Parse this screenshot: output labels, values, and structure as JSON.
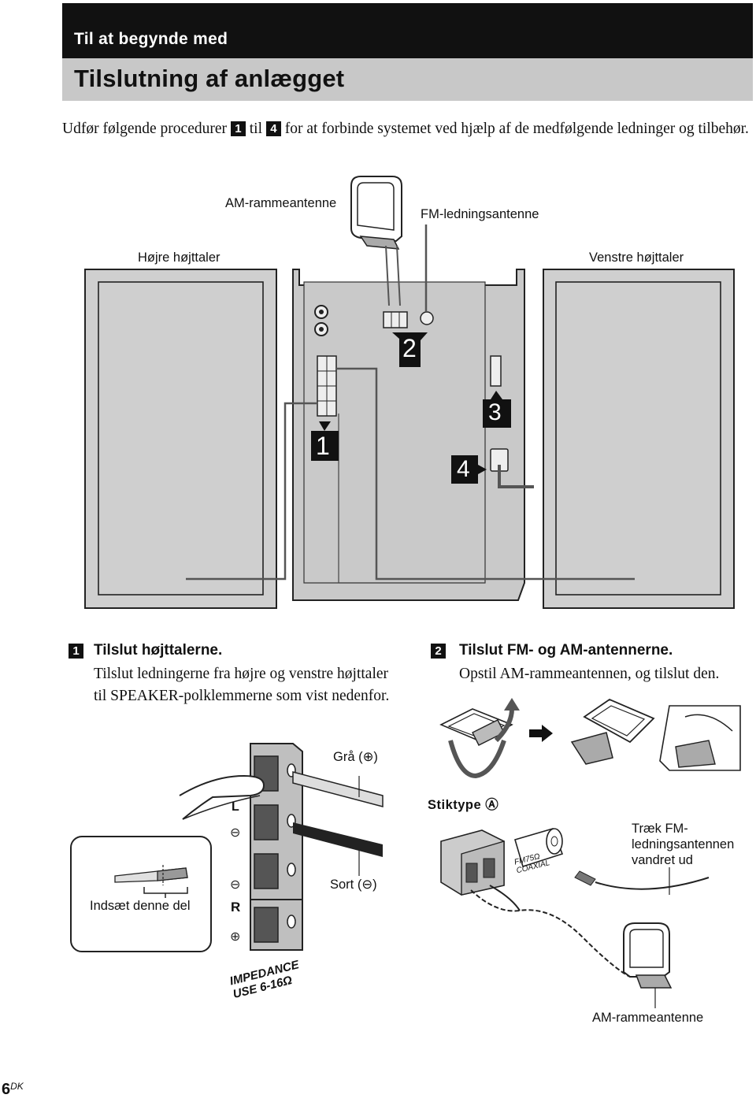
{
  "header": {
    "section": "Til at begynde med",
    "title": "Tilslutning af anlægget"
  },
  "intro": {
    "part1": "Udfør følgende procedurer",
    "step_from": "1",
    "mid": "til",
    "step_to": "4",
    "part2": "for at forbinde systemet ved hjælp af de medfølgende ledninger og tilbehør."
  },
  "main_diagram": {
    "am_label": "AM-rammeantenne",
    "fm_label": "FM-ledningsantenne",
    "right_speaker_label": "Højre højttaler",
    "left_speaker_label": "Venstre højttaler",
    "callouts": [
      "1",
      "2",
      "3",
      "4"
    ]
  },
  "step1": {
    "number": "1",
    "heading": "Tilslut højttalerne.",
    "body": "Tilslut ledningerne fra højre og venstre højttaler til SPEAKER-polklemmerne som vist nedenfor."
  },
  "step2": {
    "number": "2",
    "heading": "Tilslut FM- og AM-antennerne.",
    "body": "Opstil AM-rammeantennen, og tilslut den."
  },
  "speaker_detail": {
    "gray_label": "Grå (⊕)",
    "black_label": "Sort (⊖)",
    "insert_label": "Indsæt denne del",
    "terminal_l": "L",
    "terminal_r": "R",
    "impedance_line1": "IMPEDANCE",
    "impedance_line2": "USE 6-16Ω"
  },
  "antenna_detail": {
    "plug_type_label": "Stiktype Ⓐ",
    "fm_coax_line1": "FM75Ω",
    "fm_coax_line2": "COAXIAL",
    "fm_pull_label": "Træk FM-ledningsantennen vandret ud",
    "am_label_bottom": "AM-rammeantenne"
  },
  "footer": {
    "page_number": "6",
    "page_suffix": "DK"
  }
}
